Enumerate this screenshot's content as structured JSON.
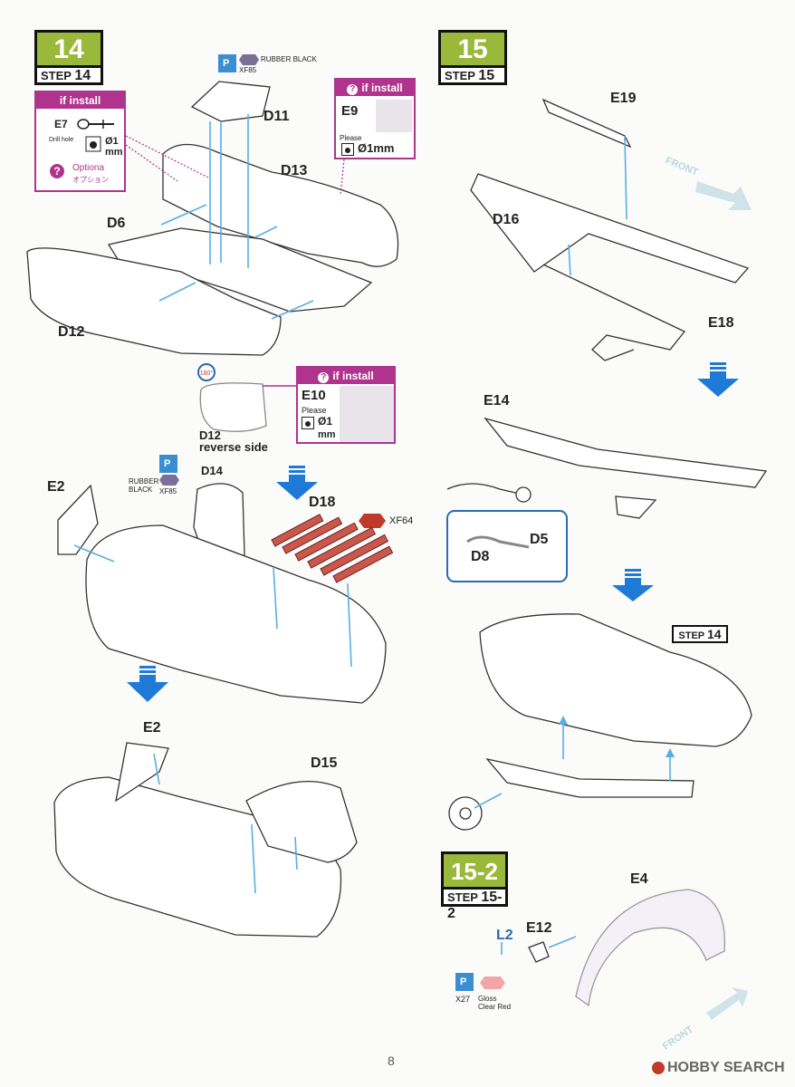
{
  "page_number": "8",
  "steps": {
    "s14": {
      "number": "14",
      "label": "STEP",
      "label_num": "14"
    },
    "s15": {
      "number": "15",
      "label": "STEP",
      "label_num": "15"
    },
    "s15_2": {
      "number": "15-2",
      "label": "STEP",
      "label_num": "15-2"
    }
  },
  "paint_d11": {
    "code": "XF85",
    "name": "RUBBER BLACK"
  },
  "paint_d14": {
    "code": "XF85",
    "name": "RUBBER BLACK"
  },
  "paint_d18": {
    "code": "XF64"
  },
  "paint_l2": {
    "code": "X27",
    "name": "Gloss Clear Red"
  },
  "if_install_e7": {
    "title": "if install",
    "part": "E7",
    "drill_label": "Drill hole",
    "drill_size": "Ø1 mm",
    "option_en": "Optiona",
    "option_jp": "オプション"
  },
  "if_install_e9": {
    "title": "if install",
    "part": "E9",
    "please": "Please",
    "size": "Ø1mm"
  },
  "if_install_e10": {
    "title": "if install",
    "part": "E10",
    "please": "Please",
    "size": "Ø1",
    "unit": "mm"
  },
  "parts": {
    "d11": "D11",
    "d13": "D13",
    "d6": "D6",
    "d12": "D12",
    "d12_rev": "D12",
    "reverse_side": "reverse side",
    "e2a": "E2",
    "d14": "D14",
    "d18": "D18",
    "e2b": "E2",
    "d15": "D15",
    "e19": "E19",
    "d16": "D16",
    "e18": "E18",
    "e14": "E14",
    "d5": "D5",
    "d8": "D8",
    "e4": "E4",
    "e12": "E12",
    "l2": "L2"
  },
  "step14_ref": {
    "label": "STEP",
    "num": "14"
  },
  "front_label": "FRONT",
  "watermark": "HOBBY SEARCH"
}
